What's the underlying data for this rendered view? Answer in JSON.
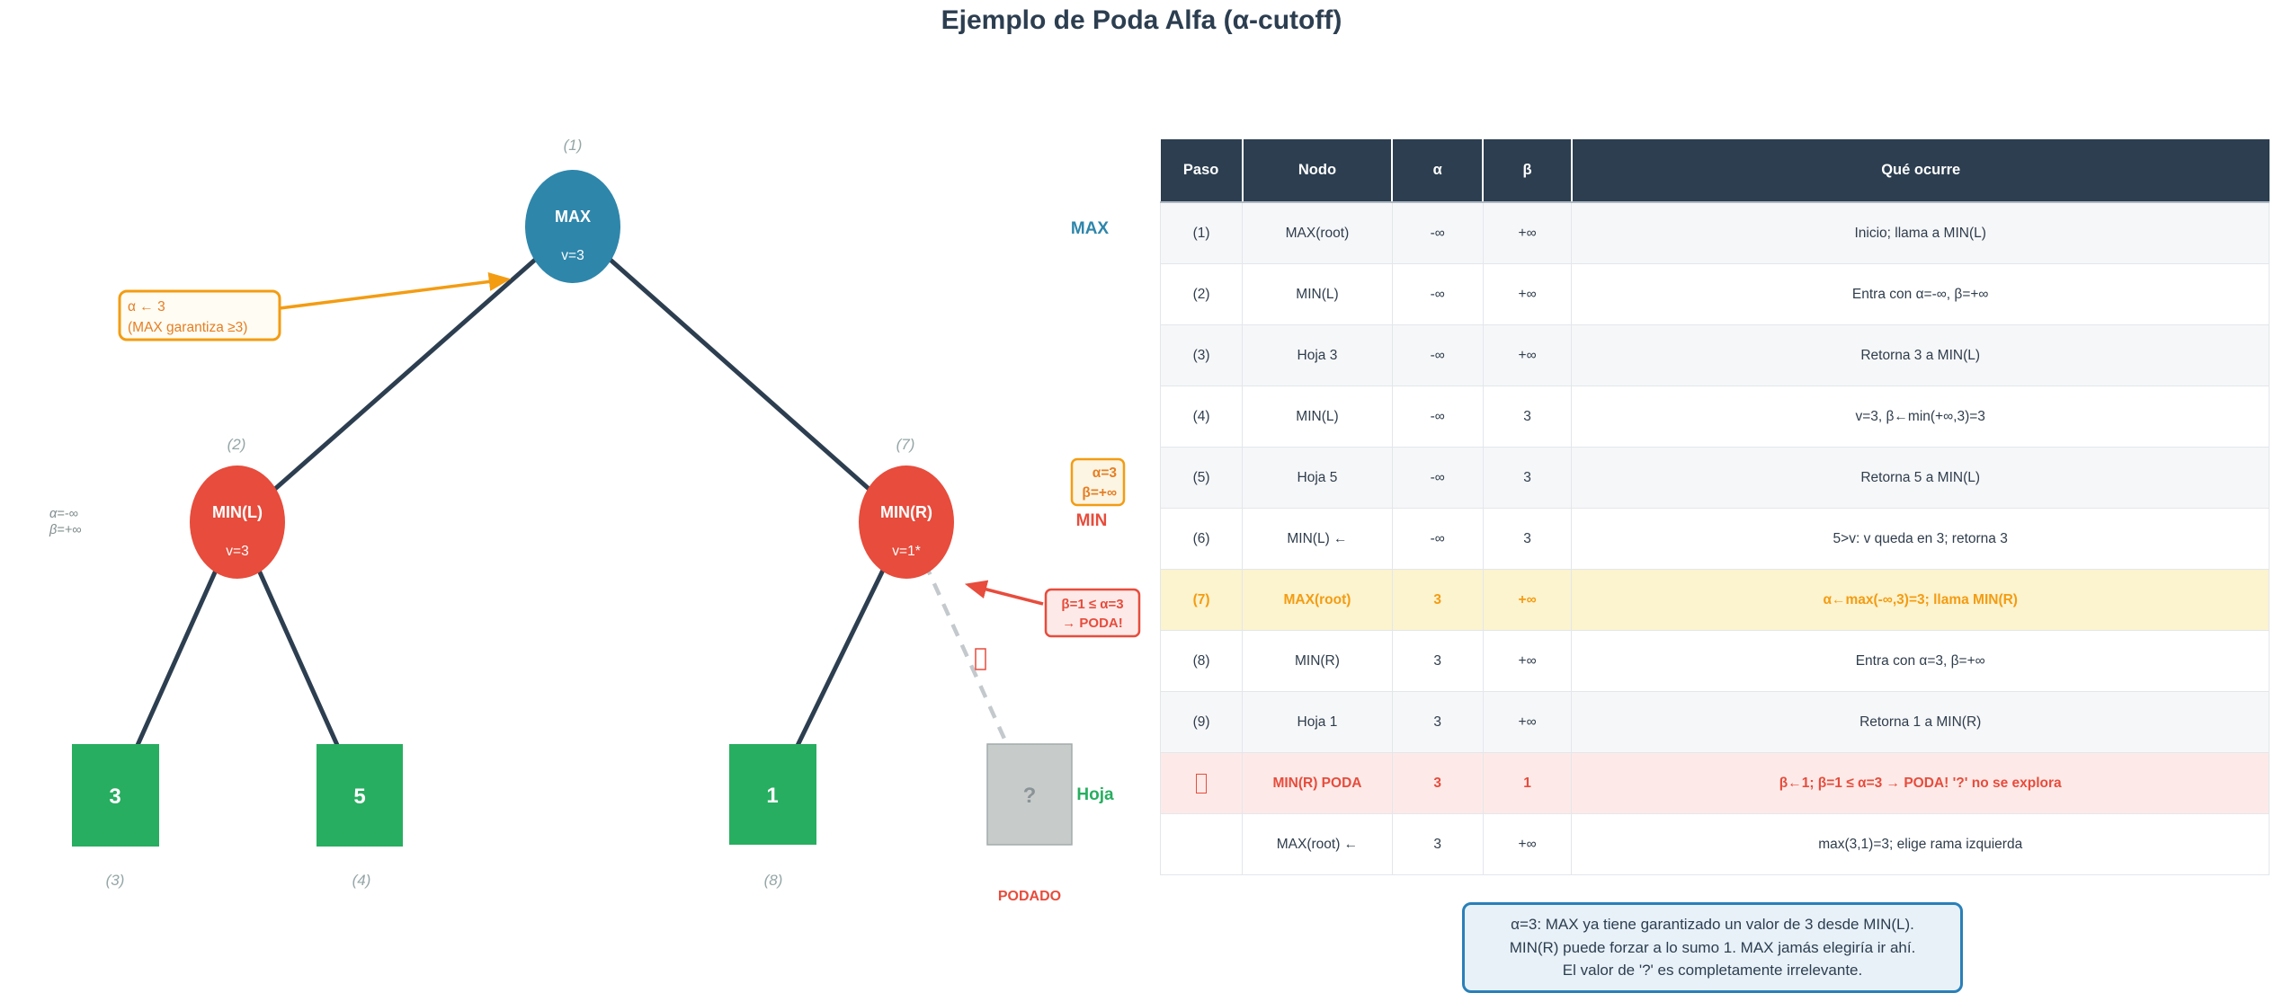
{
  "title": "Ejemplo de Poda Alfa (α-cutoff)",
  "tree": {
    "nodes": {
      "root": {
        "step": "(1)",
        "label": "MAX",
        "value": "v=3"
      },
      "min_l": {
        "step": "(2)",
        "label": "MIN(L)",
        "value": "v=3"
      },
      "min_r": {
        "step": "(7)",
        "label": "MIN(R)",
        "value": "v=1*"
      },
      "leaf_3": {
        "step": "(3)",
        "value": "3"
      },
      "leaf_5": {
        "step": "(4)",
        "value": "5"
      },
      "leaf_1": {
        "step": "(8)",
        "value": "1"
      },
      "pruned": {
        "value": "?",
        "status": "PODADO"
      }
    },
    "level_labels": {
      "max": "MAX",
      "min": "MIN",
      "leaf": "Hoja"
    },
    "min_l_params": {
      "line1": "α=-∞",
      "line2": "β=+∞"
    },
    "annotations": {
      "alpha_note": {
        "line1": "α ← 3",
        "line2": "(MAX garantiza ≥3)"
      },
      "min_r_params": {
        "line1": "α=3",
        "line2": "β=+∞"
      },
      "poda_note": {
        "line1": "β=1 ≤ α=3",
        "line2": "→ PODA!"
      }
    },
    "colors": {
      "max_node": "#2e86ab",
      "min_node": "#e74c3c",
      "leaf_node": "#27ae60",
      "pruned_node": "#c7cccb",
      "edge": "#2c3e50",
      "pruned_edge": "#c3c9cc",
      "orange": "#f39c12",
      "red": "#e74c3c",
      "green": "#27ae60"
    }
  },
  "table": {
    "headers": [
      "Paso",
      "Nodo",
      "α",
      "β",
      "Qué ocurre"
    ],
    "rows": [
      {
        "paso": "(1)",
        "nodo": "MAX(root)",
        "alpha": "-∞",
        "beta": "+∞",
        "desc": "Inicio; llama a MIN(L)",
        "variant": "striped"
      },
      {
        "paso": "(2)",
        "nodo": "MIN(L)",
        "alpha": "-∞",
        "beta": "+∞",
        "desc": "Entra con α=-∞, β=+∞",
        "variant": "plain"
      },
      {
        "paso": "(3)",
        "nodo": "Hoja 3",
        "alpha": "-∞",
        "beta": "+∞",
        "desc": "Retorna 3 a MIN(L)",
        "variant": "striped"
      },
      {
        "paso": "(4)",
        "nodo": "MIN(L)",
        "alpha": "-∞",
        "beta": "3",
        "desc": "v=3, β←min(+∞,3)=3",
        "variant": "plain"
      },
      {
        "paso": "(5)",
        "nodo": "Hoja 5",
        "alpha": "-∞",
        "beta": "3",
        "desc": "Retorna 5 a MIN(L)",
        "variant": "striped"
      },
      {
        "paso": "(6)",
        "nodo": "MIN(L) ←",
        "alpha": "-∞",
        "beta": "3",
        "desc": "5>v: v queda en 3; retorna 3",
        "variant": "plain"
      },
      {
        "paso": "(7)",
        "nodo": "MAX(root)",
        "alpha": "3",
        "beta": "+∞",
        "desc": "α←max(-∞,3)=3; llama MIN(R)",
        "variant": "orange"
      },
      {
        "paso": "(8)",
        "nodo": "MIN(R)",
        "alpha": "3",
        "beta": "+∞",
        "desc": "Entra con α=3, β=+∞",
        "variant": "plain"
      },
      {
        "paso": "(9)",
        "nodo": "Hoja 1",
        "alpha": "3",
        "beta": "+∞",
        "desc": "Retorna 1 a MIN(R)",
        "variant": "striped"
      },
      {
        "paso": "",
        "paso_icon": "scissors-missing-glyph",
        "nodo": "MIN(R) PODA",
        "alpha": "3",
        "beta": "1",
        "desc": "β←1; β=1 ≤ α=3 → PODA! '?' no se explora",
        "variant": "red"
      },
      {
        "paso": "",
        "nodo": "MAX(root) ←",
        "alpha": "3",
        "beta": "+∞",
        "desc": "max(3,1)=3; elige rama izquierda",
        "variant": "plain"
      }
    ]
  },
  "note": {
    "line1": "α=3: MAX ya tiene garantizado un valor de 3 desde MIN(L).",
    "line2": "MIN(R) puede forzar a lo sumo 1. MAX jamás elegiría ir ahí.",
    "line3": "El valor de '?' es completamente irrelevante."
  }
}
